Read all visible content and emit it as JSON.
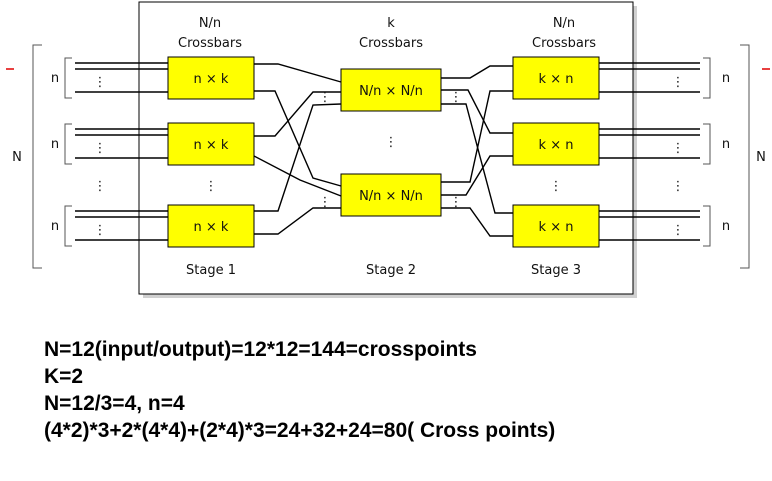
{
  "diagram": {
    "stage1": {
      "heading_line1": "N/n",
      "heading_line2": "Crossbars",
      "box_label": "n × k",
      "caption": "Stage 1"
    },
    "stage2": {
      "heading_line1": "k",
      "heading_line2": "Crossbars",
      "box_label": "N/n × N/n",
      "caption": "Stage 2"
    },
    "stage3": {
      "heading_line1": "N/n",
      "heading_line2": "Crossbars",
      "box_label": "k × n",
      "caption": "Stage 3"
    },
    "group_label": "n",
    "total_label": "N",
    "dots": "⋮"
  },
  "calculation": {
    "line1": "N=12(input/output)=12*12=144=crosspoints",
    "line2": "K=2",
    "line3": "N=12/3=4, n=4",
    "line4": "(4*2)*3+2*(4*4)+(2*4)*3=24+32+24=80( Cross points)"
  }
}
